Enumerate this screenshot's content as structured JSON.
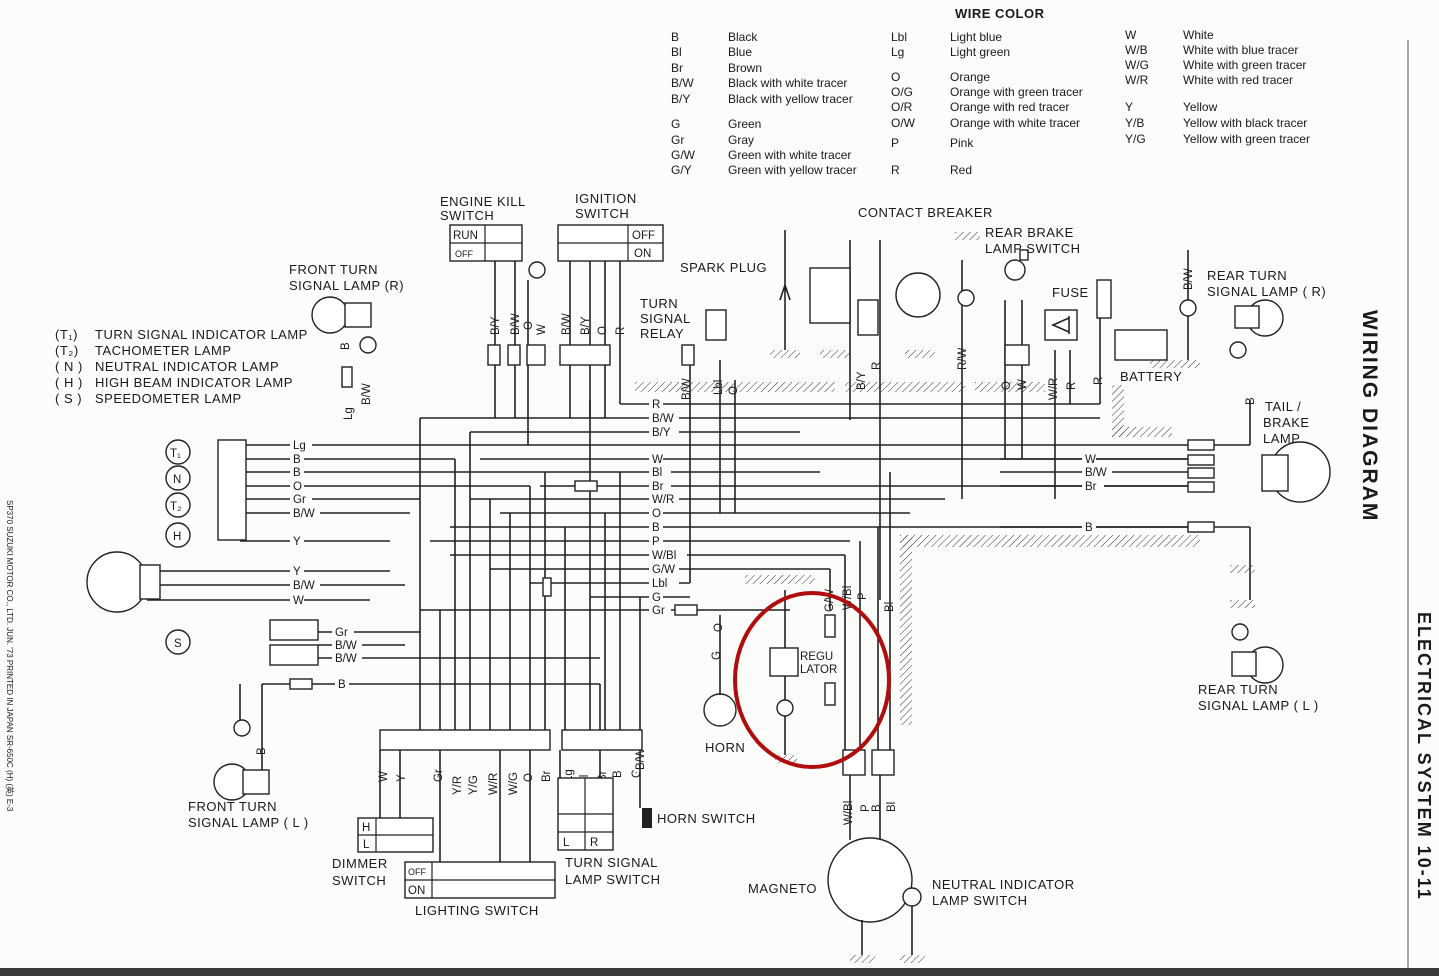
{
  "legend": {
    "title": "WIRE COLOR",
    "columns": [
      [
        {
          "code": "B",
          "name": "Black"
        },
        {
          "code": "Bl",
          "name": "Blue"
        },
        {
          "code": "Br",
          "name": "Brown"
        },
        {
          "code": "B/W",
          "name": "Black with white tracer"
        },
        {
          "code": "B/Y",
          "name": "Black with yellow tracer"
        },
        {
          "code": "G",
          "name": "Green"
        },
        {
          "code": "Gr",
          "name": "Gray"
        },
        {
          "code": "G/W",
          "name": "Green with white tracer"
        },
        {
          "code": "G/Y",
          "name": "Green with yellow tracer"
        }
      ],
      [
        {
          "code": "Lbl",
          "name": "Light blue"
        },
        {
          "code": "Lg",
          "name": "Light green"
        },
        {
          "code": "O",
          "name": "Orange"
        },
        {
          "code": "O/G",
          "name": "Orange with green tracer"
        },
        {
          "code": "O/R",
          "name": "Orange with red tracer"
        },
        {
          "code": "O/W",
          "name": "Orange with white tracer"
        },
        {
          "code": "P",
          "name": "Pink"
        },
        {
          "code": "R",
          "name": "Red"
        }
      ],
      [
        {
          "code": "W",
          "name": "White"
        },
        {
          "code": "W/B",
          "name": "White with blue tracer"
        },
        {
          "code": "W/G",
          "name": "White with green tracer"
        },
        {
          "code": "W/R",
          "name": "White with red tracer"
        },
        {
          "code": "Y",
          "name": "Yellow"
        },
        {
          "code": "Y/B",
          "name": "Yellow with black tracer"
        },
        {
          "code": "Y/G",
          "name": "Yellow with green tracer"
        }
      ]
    ]
  },
  "components": {
    "engine_kill_switch": [
      "ENGINE KILL",
      "SWITCH"
    ],
    "engine_kill_states": [
      "RUN",
      "OFF"
    ],
    "ignition_switch": [
      "IGNITION",
      "SWITCH"
    ],
    "ignition_states": [
      "OFF",
      "ON"
    ],
    "contact_breaker": "CONTACT BREAKER",
    "rear_brake_lamp_switch": [
      "REAR BRAKE",
      "LAMP SWITCH"
    ],
    "spark_plug": "SPARK PLUG",
    "turn_signal_relay": [
      "TURN",
      "SIGNAL",
      "RELAY"
    ],
    "fuse": "FUSE",
    "rear_turn_signal_lamp_r": [
      "REAR TURN",
      "SIGNAL LAMP ( R)"
    ],
    "battery": "BATTERY",
    "tail_brake_lamp": [
      "TAIL /",
      "BRAKE",
      "LAMP"
    ],
    "front_turn_signal_lamp_r": [
      "FRONT TURN",
      "SIGNAL LAMP (R)"
    ],
    "indicators": [
      {
        "sym": "(T₁)",
        "label": "TURN SIGNAL INDICATOR LAMP"
      },
      {
        "sym": "(T₂)",
        "label": "TACHOMETER LAMP"
      },
      {
        "sym": "( N )",
        "label": "NEUTRAL INDICATOR LAMP"
      },
      {
        "sym": "( H )",
        "label": "HIGH BEAM INDICATOR LAMP"
      },
      {
        "sym": "( S )",
        "label": "SPEEDOMETER LAMP"
      }
    ],
    "meter_symbols": [
      "T₁",
      "N",
      "T₂",
      "H",
      "S"
    ],
    "horn": "HORN",
    "regulator": [
      "REGU",
      "LATOR"
    ],
    "rear_turn_signal_lamp_l": [
      "REAR TURN",
      "SIGNAL LAMP ( L )"
    ],
    "front_turn_signal_lamp_l": [
      "FRONT TURN",
      "SIGNAL LAMP ( L )"
    ],
    "horn_switch": "HORN SWITCH",
    "dimmer_switch": [
      "DIMMER",
      "SWITCH"
    ],
    "dimmer_states": [
      "H",
      "L"
    ],
    "lighting_switch": "LIGHTING SWITCH",
    "lighting_states": [
      "OFF",
      "ON"
    ],
    "turn_signal_lamp_switch": [
      "TURN SIGNAL",
      "LAMP SWITCH"
    ],
    "turn_switch_states": [
      "R",
      "L"
    ],
    "magneto": "MAGNETO",
    "neutral_indicator_lamp_switch": [
      "NEUTRAL INDICATOR",
      "LAMP SWITCH"
    ]
  },
  "wires": [
    "R",
    "B/W",
    "B/Y",
    "Lg",
    "B",
    "B",
    "O",
    "Gr",
    "B/W",
    "Y",
    "W",
    "Bl",
    "Br",
    "W/R",
    "O",
    "B",
    "P",
    "W/Bl",
    "G/W",
    "Lbl",
    "G",
    "Gr",
    "Y",
    "B/W",
    "W",
    "Gr",
    "B/W",
    "B/W",
    "B",
    "W",
    "B/W",
    "Br",
    "B"
  ],
  "vertical_wire_labels": [
    "B/Y",
    "B/W",
    "O",
    "W",
    "B/W",
    "B/Y",
    "O",
    "R",
    "B/W",
    "Lbl",
    "O",
    "B/Y",
    "R",
    "R/W",
    "O",
    "W",
    "W/R",
    "R",
    "R",
    "B/W",
    "B",
    "B",
    "B/W",
    "Lg",
    "W",
    "Y",
    "Gr",
    "Y/R",
    "Y/G",
    "W/R",
    "W/G",
    "O",
    "Br",
    "Lg",
    "Lbl",
    "Br",
    "B",
    "G",
    "B/W",
    "G",
    "O",
    "G/W",
    "W/Bl",
    "P",
    "Bl",
    "W/Bl",
    "P",
    "B",
    "Bl",
    "B"
  ],
  "page_title": "WIRING DIAGRAM",
  "section_title": "ELECTRICAL SYSTEM  10-11",
  "imprint": "SP370 SUZUKI MOTOR CO., LTD.     JUN. '73 PRINTED IN JAPAN SR-650C (H) (英) E-3",
  "colors": {
    "ink": "#1a1a1a",
    "paper": "#fcfcfa",
    "highlight": "#b00d0d"
  }
}
